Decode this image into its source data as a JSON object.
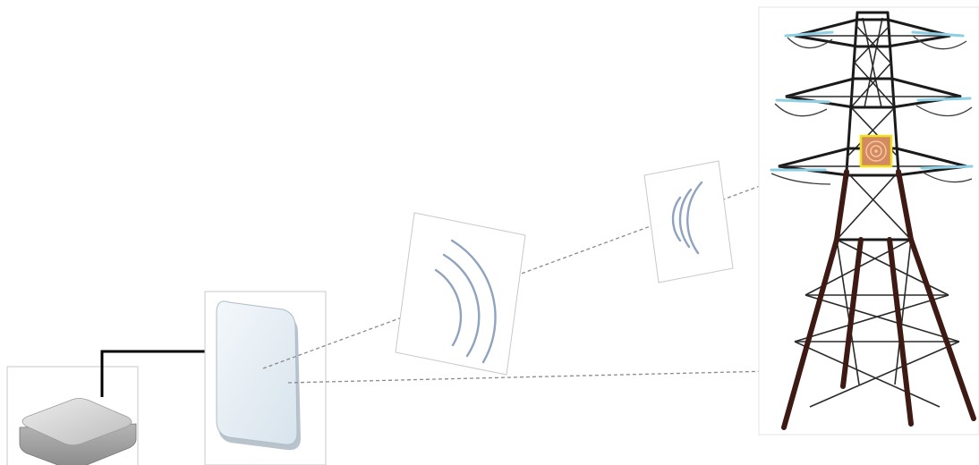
{
  "diagram": {
    "nodes": [
      {
        "id": "gateway",
        "kind": "network-gateway-device"
      },
      {
        "id": "antenna",
        "kind": "flat-panel-antenna"
      },
      {
        "id": "signal-1",
        "kind": "wireless-signal-waves"
      },
      {
        "id": "signal-2",
        "kind": "wireless-signal-waves"
      },
      {
        "id": "tower",
        "kind": "transmission-tower"
      },
      {
        "id": "sensor",
        "kind": "tower-mounted-sensor"
      }
    ],
    "edges": [
      {
        "from": "gateway",
        "to": "antenna",
        "style": "solid-cable"
      },
      {
        "from": "antenna",
        "to": "sensor",
        "style": "dashed-wireless"
      },
      {
        "from": "antenna",
        "to": "tower",
        "style": "dashed-wireless"
      }
    ],
    "colors": {
      "waves": "#8fa3bf",
      "links": "#8a8a8a",
      "cable": "#000000",
      "sensor_fill": "#d38a5f",
      "sensor_border": "#f2e01a",
      "insulators": "#8ecfe3",
      "tower_legs": "#3d1a14"
    }
  }
}
